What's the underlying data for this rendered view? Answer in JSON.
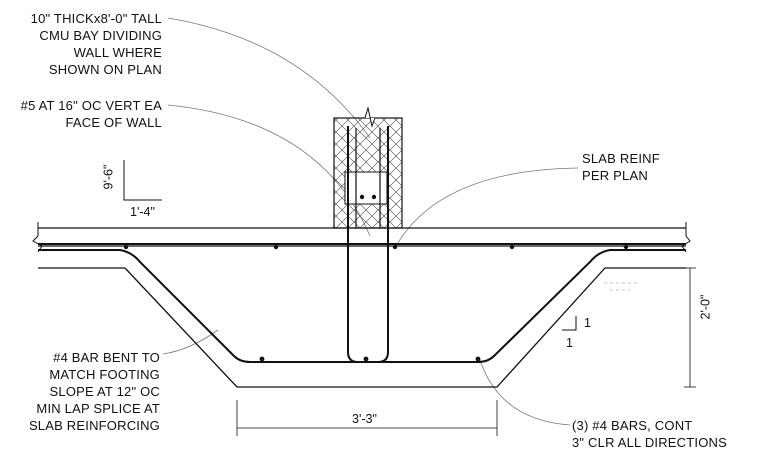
{
  "notes": {
    "cmu_wall": "10\" THICKx8'-0\" TALL\nCMU BAY DIVIDING\nWALL WHERE\nSHOWN ON PLAN",
    "vert_bars": "#5 AT 16\" OC VERT EA\nFACE OF WALL",
    "slab_reinf": "SLAB REINF\nPER PLAN",
    "bent_bar": "#4 BAR BENT TO\nMATCH FOOTING\nSLOPE AT 12\" OC\nMIN LAP SPLICE AT\nSLAB REINFORCING",
    "cont_bars": "(3) #4 BARS, CONT\n3\" CLR ALL DIRECTIONS"
  },
  "dimensions": {
    "hook_vertical": "9'-6\"",
    "hook_horizontal": "1'-4\"",
    "footing_depth": "2'-0\"",
    "footing_width": "3'-3\"",
    "slope_rise": "1",
    "slope_run": "1"
  }
}
